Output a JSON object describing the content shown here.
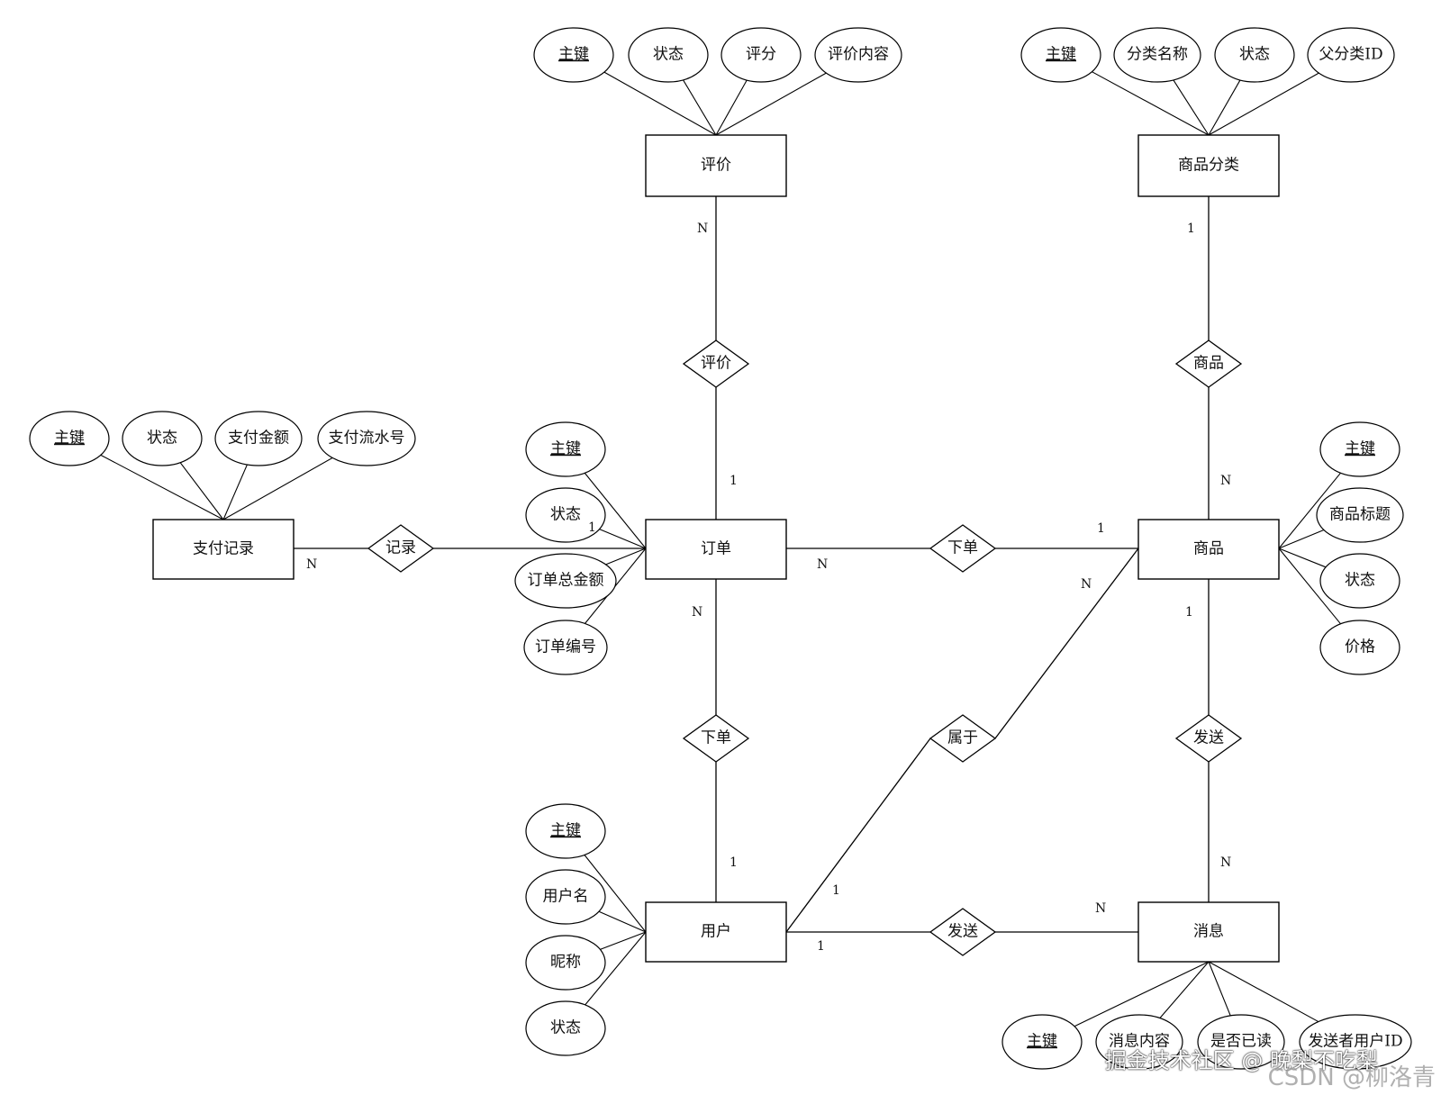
{
  "entities": {
    "review": "评价",
    "category": "商品分类",
    "payment": "支付记录",
    "order": "订单",
    "product": "商品",
    "user": "用户",
    "message": "消息"
  },
  "relationships": {
    "review_rel": "评价",
    "product_rel": "商品",
    "record_rel": "记录",
    "order_product_rel": "下单",
    "user_order_rel": "下单",
    "belongs_rel": "属于",
    "product_msg_rel": "发送",
    "user_msg_rel": "发送"
  },
  "attributes": {
    "review": [
      {
        "label": "主键",
        "key": true
      },
      {
        "label": "状态",
        "key": false
      },
      {
        "label": "评分",
        "key": false
      },
      {
        "label": "评价内容",
        "key": false
      }
    ],
    "category": [
      {
        "label": "主键",
        "key": true
      },
      {
        "label": "分类名称",
        "key": false
      },
      {
        "label": "状态",
        "key": false
      },
      {
        "label": "父分类ID",
        "key": false
      }
    ],
    "payment": [
      {
        "label": "主键",
        "key": true
      },
      {
        "label": "状态",
        "key": false
      },
      {
        "label": "支付金额",
        "key": false
      },
      {
        "label": "支付流水号",
        "key": false
      }
    ],
    "order": [
      {
        "label": "主键",
        "key": true
      },
      {
        "label": "状态",
        "key": false
      },
      {
        "label": "订单总金额",
        "key": false
      },
      {
        "label": "订单编号",
        "key": false
      }
    ],
    "product": [
      {
        "label": "主键",
        "key": true
      },
      {
        "label": "商品标题",
        "key": false
      },
      {
        "label": "状态",
        "key": false
      },
      {
        "label": "价格",
        "key": false
      }
    ],
    "user": [
      {
        "label": "主键",
        "key": true
      },
      {
        "label": "用户名",
        "key": false
      },
      {
        "label": "昵称",
        "key": false
      },
      {
        "label": "状态",
        "key": false
      }
    ],
    "message": [
      {
        "label": "主键",
        "key": true
      },
      {
        "label": "消息内容",
        "key": false
      },
      {
        "label": "是否已读",
        "key": false
      },
      {
        "label": "发送者用户ID",
        "key": false
      }
    ]
  },
  "cardinalities": {
    "review_side": "N",
    "order_review_side": "1",
    "category_side": "1",
    "product_category_side": "N",
    "payment_side": "N",
    "order_record_side": "1",
    "order_product_order_side": "N",
    "order_product_product_side": "1",
    "user_order_order_side": "N",
    "user_order_user_side": "1",
    "belongs_product_side": "N",
    "belongs_user_side": "1",
    "product_msg_product_side": "1",
    "product_msg_message_side": "N",
    "user_msg_user_side": "1",
    "user_msg_message_side": "N"
  },
  "watermark": {
    "juejin": "掘金技术社区 @ 晚梨不吃梨",
    "csdn": "CSDN @柳洛青"
  }
}
